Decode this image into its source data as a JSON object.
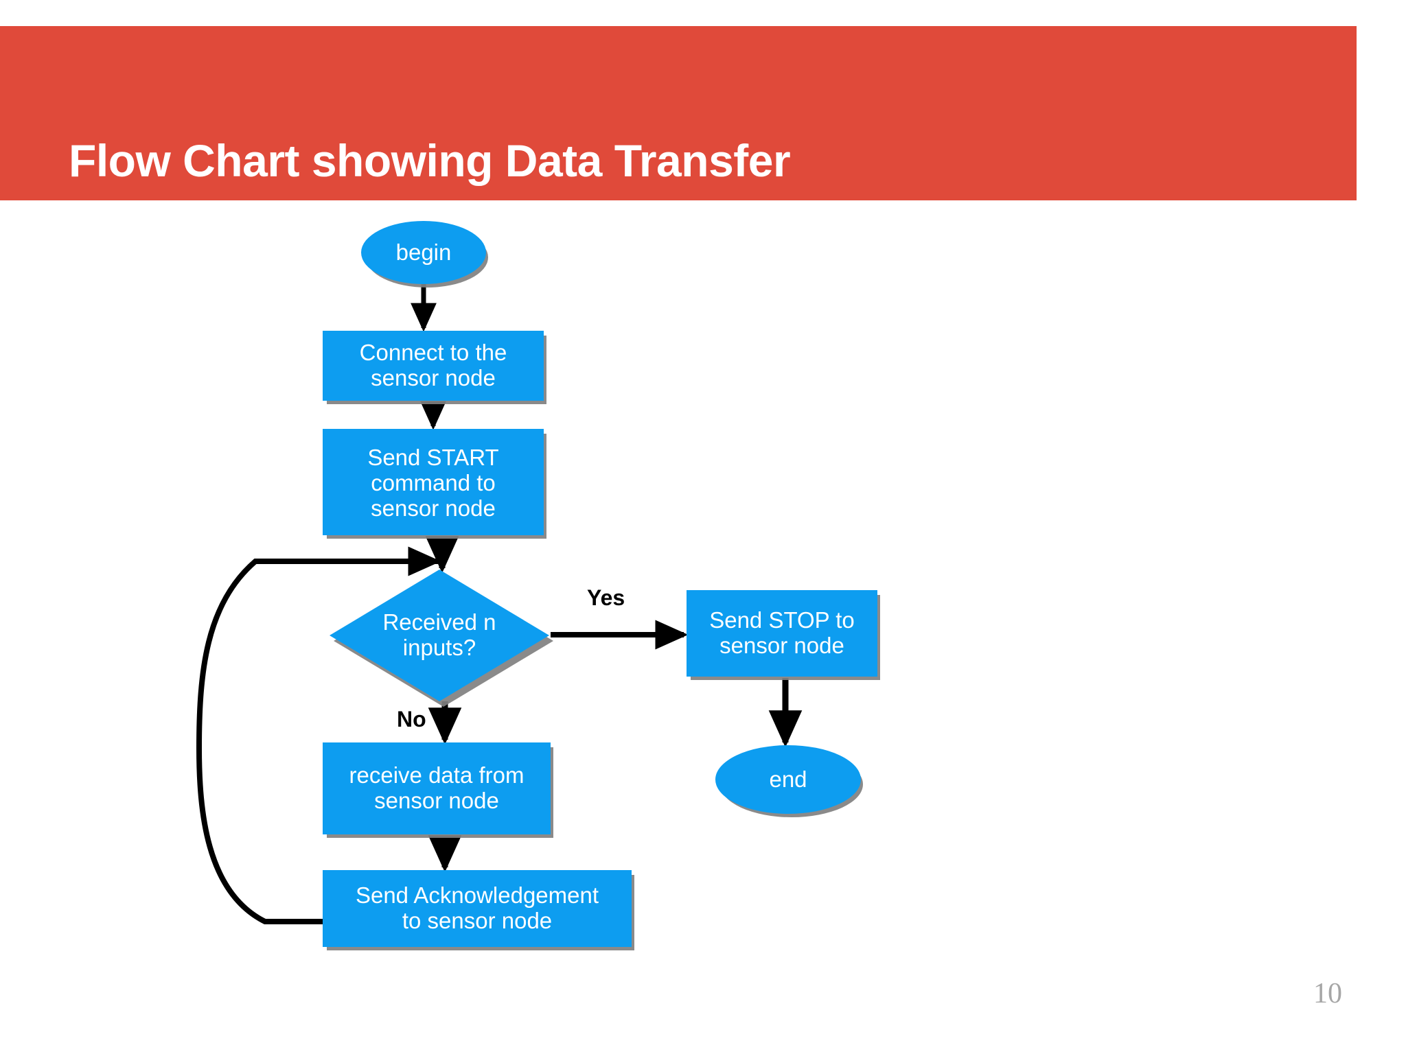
{
  "slide": {
    "title": "Flow Chart showing Data Transfer",
    "page_number": "10",
    "banner_color": "#e04a3a",
    "node_color": "#0d9df0",
    "node_shadow_color": "#808080",
    "node_text_color": "#ffffff",
    "connector_color": "#000000"
  },
  "flowchart": {
    "nodes": [
      {
        "id": "begin",
        "type": "terminator",
        "label": "begin"
      },
      {
        "id": "connect",
        "type": "process",
        "label": "Connect to the\nsensor node"
      },
      {
        "id": "start",
        "type": "process",
        "label": "Send  START\ncommand   to\nsensor  node"
      },
      {
        "id": "decision",
        "type": "decision",
        "label": "Received n\ninputs?"
      },
      {
        "id": "stop",
        "type": "process",
        "label": "Send STOP to\nsensor node"
      },
      {
        "id": "receive",
        "type": "process",
        "label": "receive data from\nsensor node"
      },
      {
        "id": "ack",
        "type": "process",
        "label": "Send Acknowledgement\nto sensor node"
      },
      {
        "id": "end",
        "type": "terminator",
        "label": "end"
      }
    ],
    "branch_labels": {
      "yes": "Yes",
      "no": "No"
    }
  }
}
